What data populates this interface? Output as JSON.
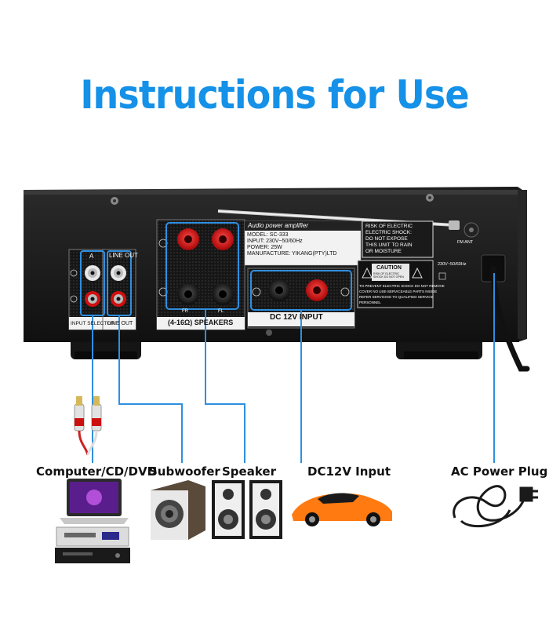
{
  "title": "Instructions for Use",
  "connections": {
    "computer": "Computer/CD/DVD",
    "subwoofer": "Subwoofer",
    "speaker": "Speaker",
    "dc_input": "DC12V Input",
    "ac_plug": "AC Power Plug"
  },
  "panel": {
    "input_a": "A",
    "line_out_top": "LINE OUT",
    "input_selector": "INPUT SELECTOR",
    "line_out_bottom": "LINE OUT",
    "speakers": "(4-16Ω) SPEAKERS",
    "fr": "FR",
    "fl": "FL",
    "dc_label": "DC 12V INPUT",
    "fm_ant": "FM ANT",
    "ac_rating": "230V~50/60Hz",
    "spec_title": "Audio power amplifier",
    "spec_lines": [
      "MODEL:         SC-333",
      "INPUT:          230V~50/60Hz",
      "POWER:         25W",
      "MANUFACTURE:  YIKANG(PTY)LTD"
    ],
    "risk_lines": [
      "RISK OF ELECTRIC",
      "ELECTRIC SHOCK:",
      "DO NOT EXPOSE",
      "THIS UNIT TO RAIN",
      "OR MOISTURE"
    ],
    "caution": "CAUTION",
    "caution_sub": "RISK OF ELECTRIC SHOCK DO NOT OPEN",
    "warning_lines": [
      "TO PREVENT ELECTRIC SHOCK DO NOT REMOVE",
      "COVER NO USE-SERVICEABLE PARTS INSIDE",
      "REFER SERVICING TO QUALIFIED SERVICE",
      "PERSONNEL"
    ]
  }
}
